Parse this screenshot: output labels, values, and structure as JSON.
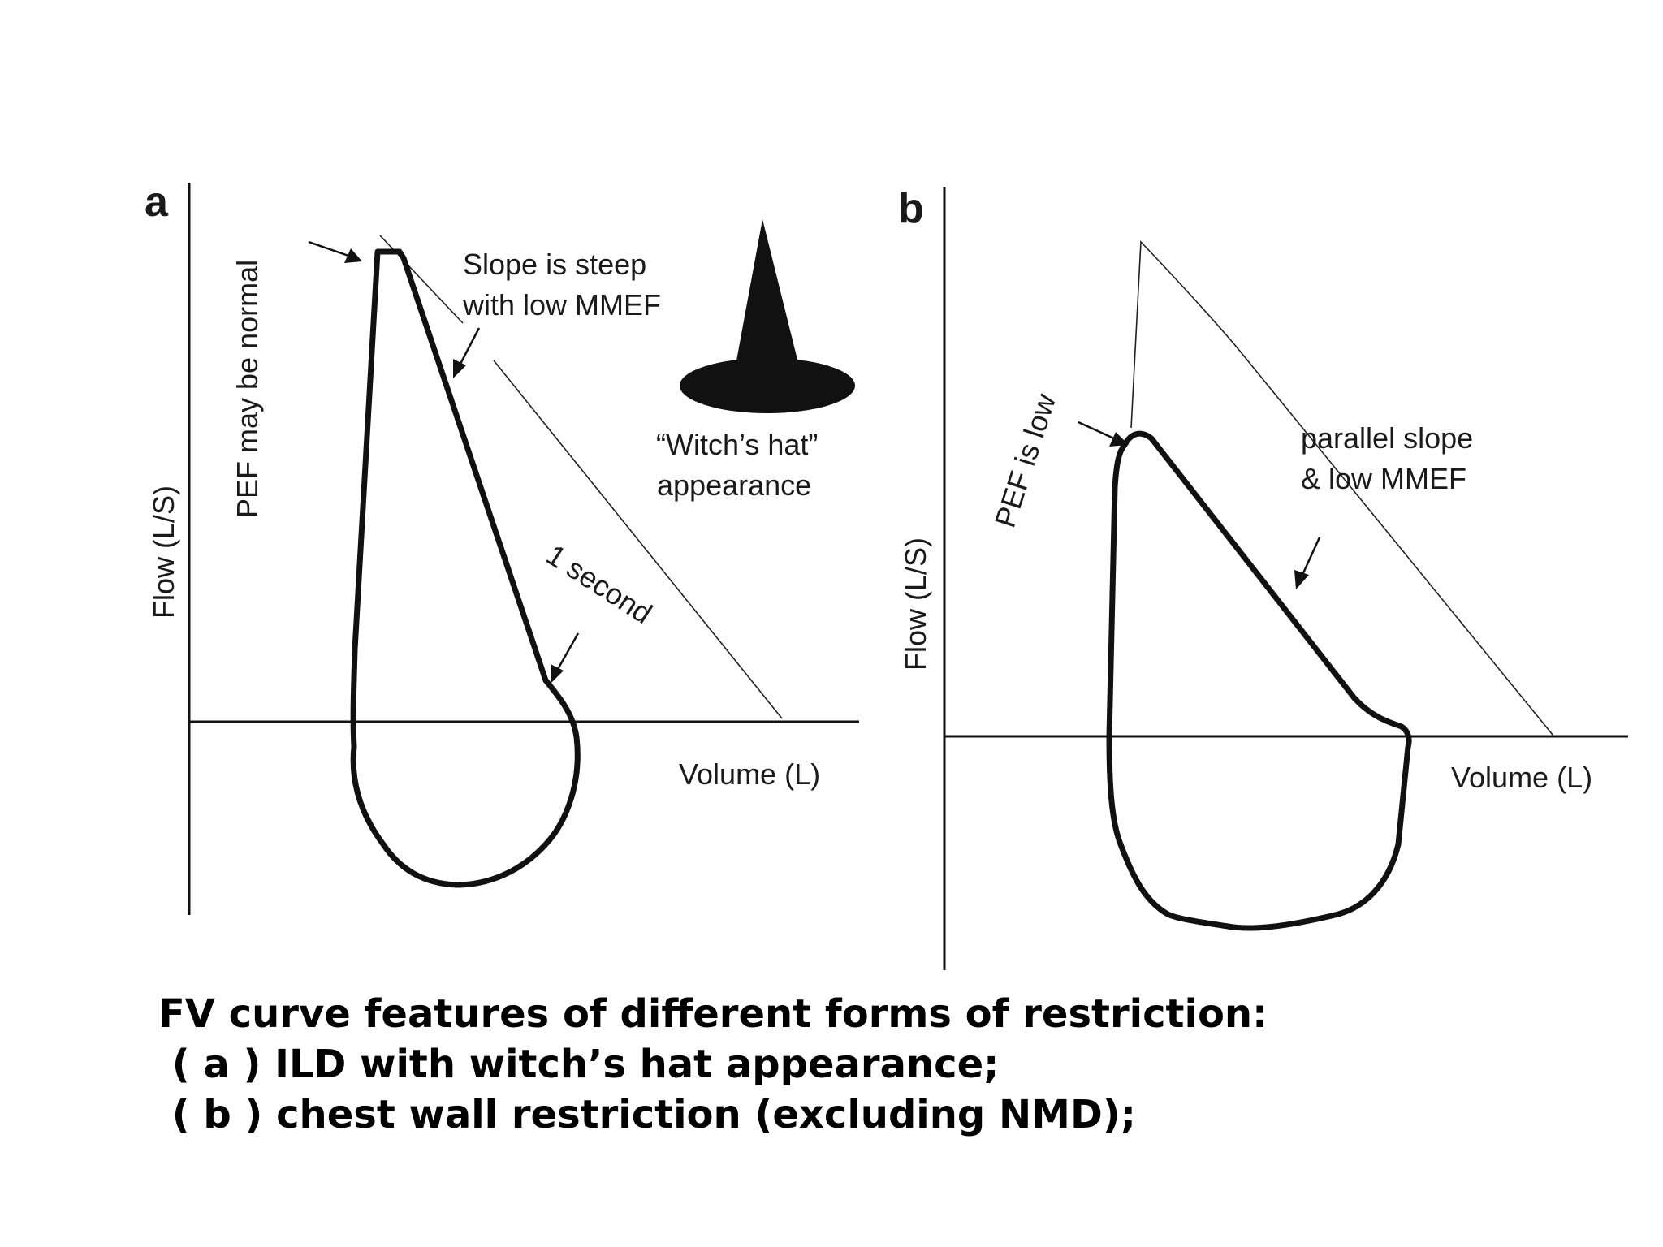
{
  "panels": [
    {
      "letter": "a",
      "y_axis_label": "Flow (L/S)",
      "x_axis_label": "Volume (L)",
      "annotations": {
        "pef": "PEF may be normal",
        "slope_line1": "Slope is steep",
        "slope_line2": "with low MMEF",
        "one_second": "1 second",
        "witch_line1": "“Witch’s hat”",
        "witch_line2": "appearance"
      },
      "icon": "witch-hat-icon"
    },
    {
      "letter": "b",
      "y_axis_label": "Flow (L/S)",
      "x_axis_label": "Volume (L)",
      "annotations": {
        "pef": "PEF is low",
        "slope_line1": "parallel slope",
        "slope_line2": "& low MMEF"
      }
    }
  ],
  "caption": {
    "line1": "FV curve features of different forms of restriction:",
    "line2": " ( a ) ILD with witch’s hat appearance;",
    "line3": " ( b ) chest wall restriction (excluding NMD);"
  }
}
